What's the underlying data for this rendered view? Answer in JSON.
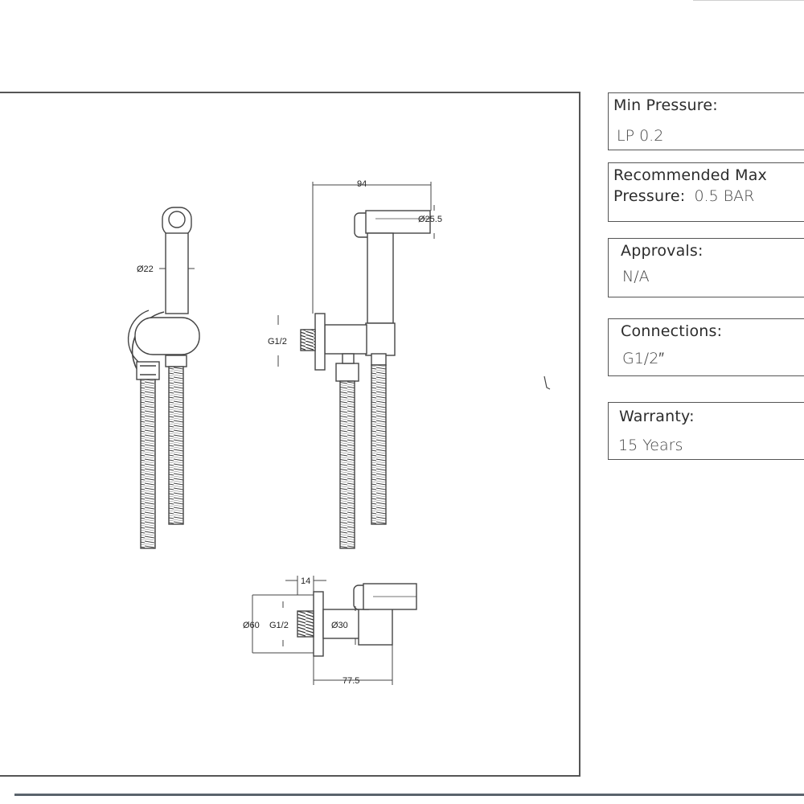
{
  "specs": {
    "min_pressure": {
      "label": "Min Pressure:",
      "value": "LP 0.2"
    },
    "max_pressure": {
      "label_line1": "Recommended Max",
      "label_line2": "Pressure:",
      "value": "0.5 BAR"
    },
    "approvals": {
      "label": "Approvals:",
      "value": "N/A"
    },
    "connections": {
      "label": "Connections:",
      "value": "G1/2″"
    },
    "warranty": {
      "label": "Warranty:",
      "value": "15 Years"
    }
  },
  "dimensions": {
    "hose_diameter": "Ø22",
    "spray_width": "94",
    "head_diameter": "Ø25.5",
    "thread_side": "G1/2",
    "depth": "14",
    "plate_diameter": "Ø60",
    "thread_bottom": "G1/2",
    "body_diameter": "Ø30",
    "length": "77.5"
  },
  "colors": {
    "line": "#444444",
    "border": "#555555",
    "rule": "#5a636c"
  }
}
